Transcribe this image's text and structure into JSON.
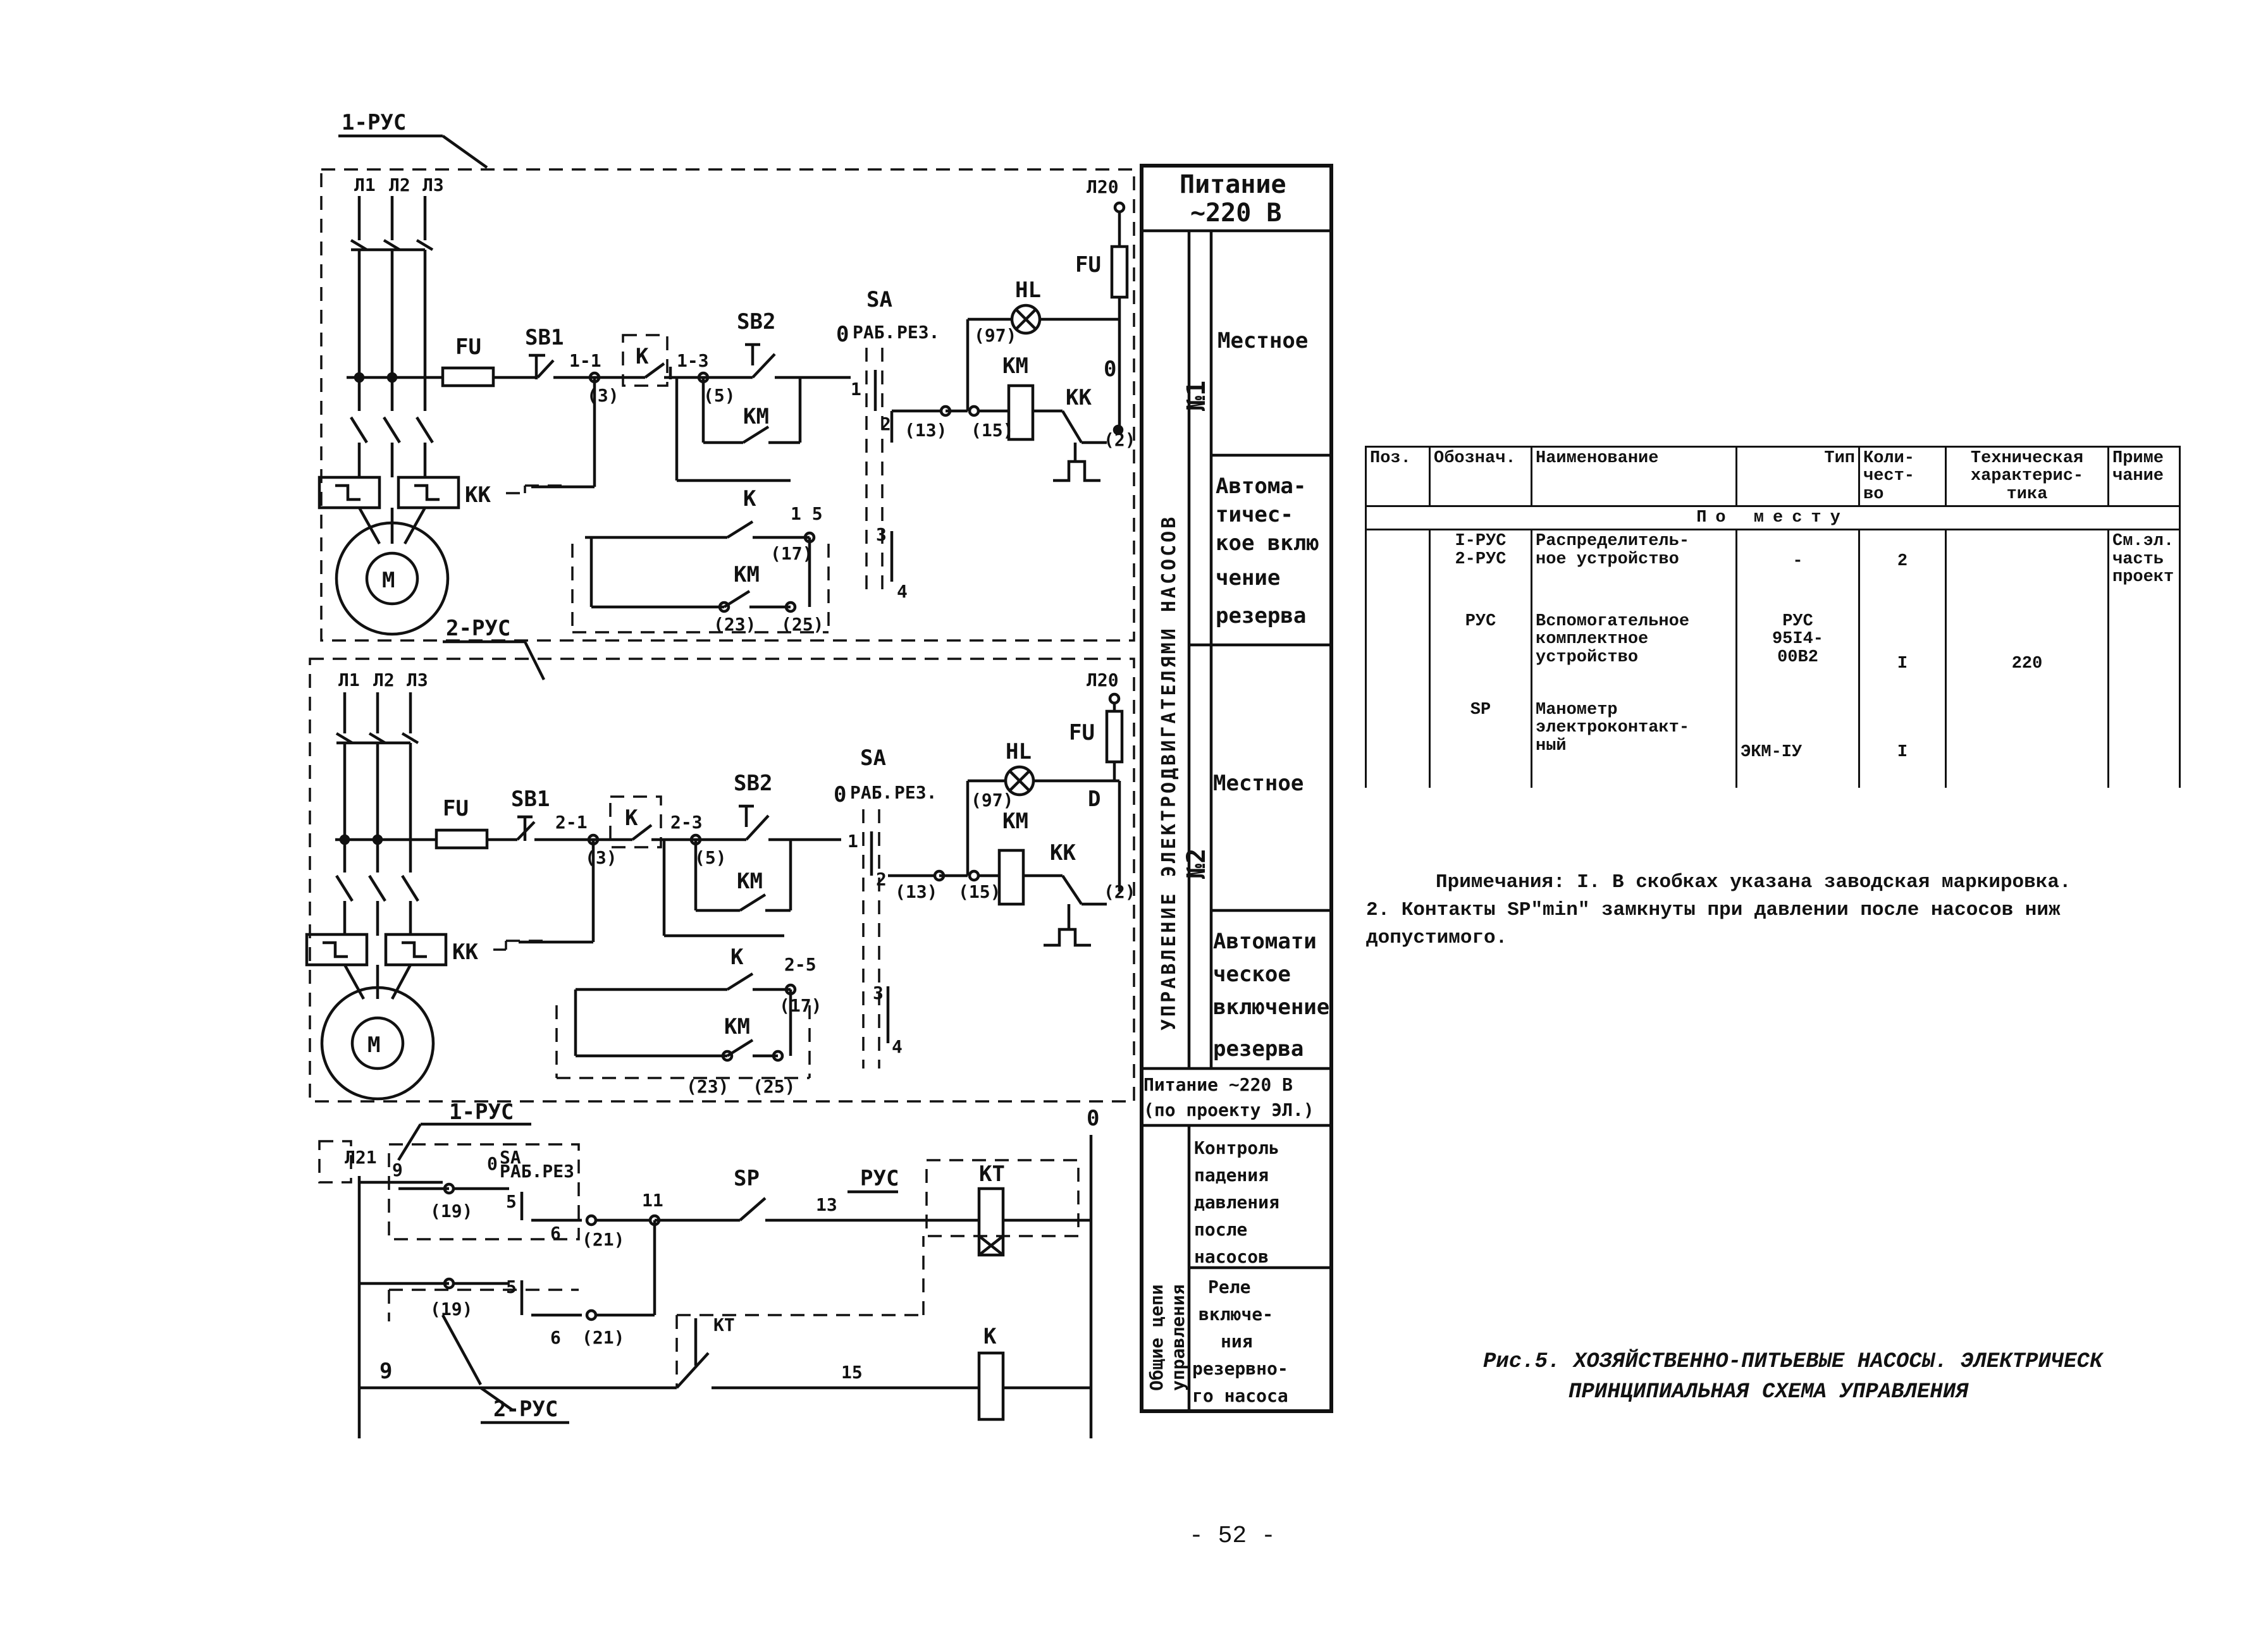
{
  "diagram": {
    "units": {
      "rus1_upper": "1-РУС",
      "rus2_upper": "2-РУС",
      "rus1_lower": "1-РУС",
      "rus2_lower": "2-РУС"
    },
    "supply": {
      "phases": [
        "Л1",
        "Л2",
        "Л3"
      ],
      "l20": "Л20",
      "l21": "Л21"
    },
    "components": {
      "fu": "FU",
      "sb1": "SB1",
      "sb2": "SB2",
      "sa": "SA",
      "hl": "HL",
      "km": "KM",
      "kk": "KK",
      "k": "K",
      "motor": "M",
      "sp": "SP",
      "kt": "KT",
      "rus": "РУС",
      "sa_pos_0": "0",
      "sa_pos_rab": "РАБ.",
      "sa_pos_rez": "РЕЗ.",
      "sa_pos_combined": "РАБ.РЕЗ"
    },
    "nodes_upper": [
      "1-1",
      "1-3",
      "1 5",
      "(3)",
      "(5)",
      "(13)",
      "(15)",
      "(17)",
      "(23)",
      "(25)",
      "(97)",
      "(2)",
      "0",
      "1",
      "2",
      "3",
      "4"
    ],
    "nodes_lower": [
      "2-1",
      "2-3",
      "2-5",
      "(3)",
      "(5)",
      "(13)",
      "(15)",
      "(17)",
      "(23)",
      "(25)",
      "(97)",
      "(2)",
      "D",
      "1",
      "2",
      "3",
      "4"
    ],
    "common_nodes": [
      "9",
      "11",
      "13",
      "15",
      "0",
      "(19)",
      "(21)",
      "5",
      "6"
    ],
    "side_labels": {
      "power1_line1": "Питание",
      "power1_line2": "~220 В",
      "ctrl_vertical": "УПРАВЛЕНИЕ ЭЛЕКТРОДВИГАТЕЛЯМИ НАСОСОВ",
      "pump1": "№1",
      "pump2": "№2",
      "local1": "Местное",
      "local2": "Местное",
      "auto1": [
        "Автома-",
        "тичес-",
        "кое вклю",
        "чение",
        "резерва"
      ],
      "auto2": [
        "Автомати",
        "ческое",
        "включение",
        "резерва"
      ],
      "power2_line1": "Питание ~220 В",
      "power2_line2": "(по проекту ЭЛ.)",
      "common_vertical_1": "Общие цепи",
      "common_vertical_2": "управления",
      "pressure_control": [
        "Контроль",
        "падения",
        "давления",
        "после",
        "насосов"
      ],
      "reserve_relay": [
        "Реле",
        "включе-",
        "ния",
        "резервно-",
        "го насоса"
      ]
    }
  },
  "spec_table": {
    "headers": [
      "Поз.",
      "Обознач.",
      "Наименование",
      "Тип",
      "Коли-\nчест-\nво",
      "Техническая\nхарактерис-\nтика",
      "Приме\nчание"
    ],
    "section": "По месту",
    "rows": [
      [
        "",
        "I-РУС\n2-РУС",
        "Распределитель-\nное устройство",
        "-",
        "2",
        "",
        "См.эл.\nчасть\nпроект"
      ],
      [
        "",
        "РУС",
        "Вспомогательное\nкомплектное\nустройство",
        "РУС\n95I4-\n00В2",
        "I",
        "220",
        ""
      ],
      [
        "",
        "SP",
        "Манометр\nэлектроконтакт-\nный",
        "ЭКМ-IУ",
        "I",
        "",
        ""
      ]
    ]
  },
  "notes": {
    "line1": "Примечания: I. В скобках указана заводская маркировка.",
    "line2": "2. Контакты SP\"min\" замкнуты при давлении после насосов ниж",
    "line3": "допустимого."
  },
  "caption": {
    "line1": "Рис.5. ХОЗЯЙСТВЕННО-ПИТЬЕВЫЕ НАСОСЫ. ЭЛЕКТРИЧЕСК",
    "line2": "ПРИНЦИПИАЛЬНАЯ СХЕМА УПРАВЛЕНИЯ"
  },
  "page_number": "- 52 -"
}
